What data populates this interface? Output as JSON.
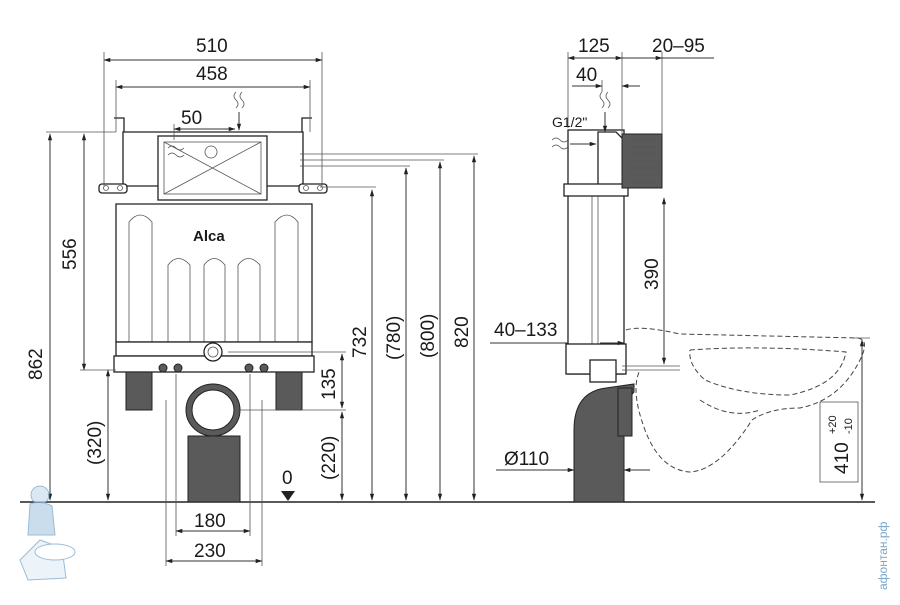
{
  "front": {
    "width_outer": "510",
    "width_inner": "458",
    "offset_50": "50",
    "height_556": "556",
    "height_862": "862",
    "height_320": "(320)",
    "height_732": "732",
    "height_780": "(780)",
    "height_800": "(800)",
    "height_820": "820",
    "height_135": "135",
    "height_220": "(220)",
    "width_180": "180",
    "width_230": "230",
    "zero_mark": "0",
    "brand_logo": "Alca"
  },
  "side": {
    "depth_125": "125",
    "depth_40": "40",
    "range_20_95": "20–95",
    "inlet": "G1/2\"",
    "height_390": "390",
    "range_40_133": "40–133",
    "pipe_diameter": "Ø110",
    "bowl_height": "410",
    "tolerance_plus": "+20",
    "tolerance_minus": "-10"
  },
  "watermark": {
    "text": "афонтан.рф"
  }
}
